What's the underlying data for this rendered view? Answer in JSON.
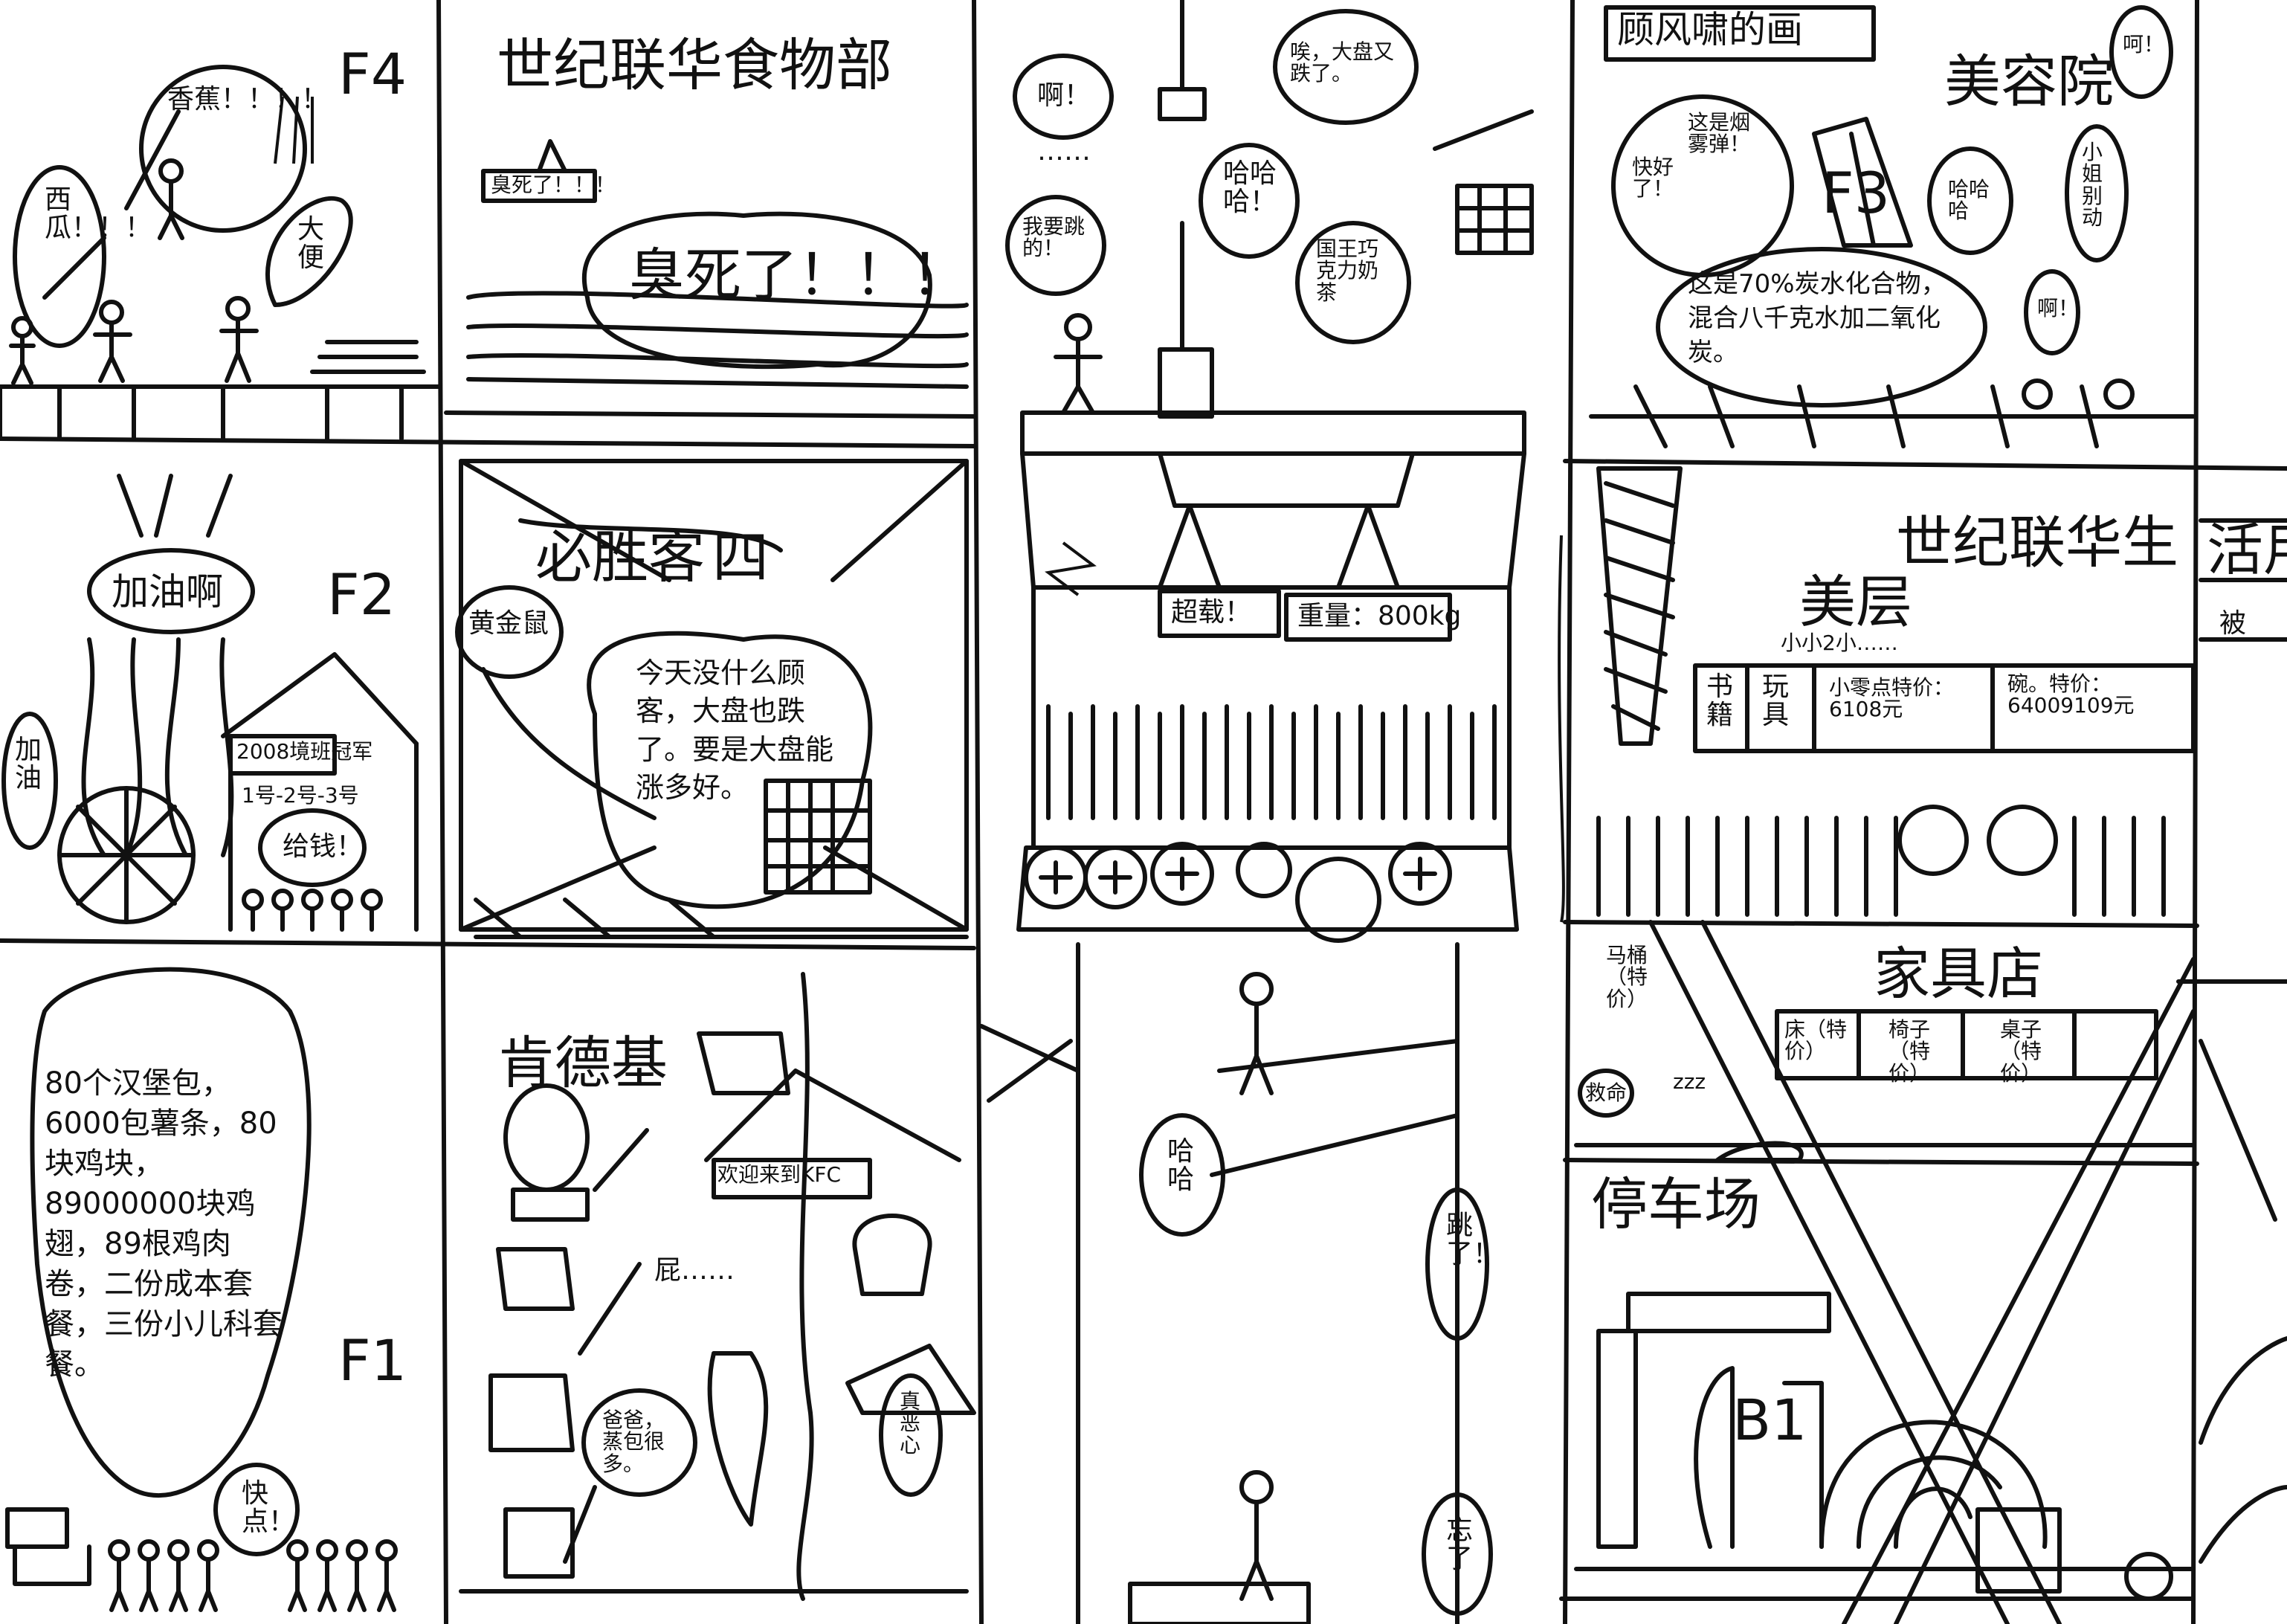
{
  "panels": {
    "f4": {
      "floor": "F4",
      "bubbles": [
        "香蕉！！！！",
        "西瓜！！！",
        "大便"
      ]
    },
    "food": {
      "title": "世纪联华食物部",
      "sign": "臭死了！！！",
      "cloud": "臭死了！！！"
    },
    "top_mid": {
      "b1": "啊！",
      "b2": "……",
      "b3": "我要跳的！",
      "b4": "唉，大盘又跌了。",
      "b5": "哈哈哈！",
      "b6": "国王巧克力奶茶"
    },
    "top_right": {
      "banner": "顾风啸的画",
      "b_haoxi": "这是烟雾弹！",
      "b_good": "快好了！",
      "floor": "F3",
      "beauty": "美容院",
      "b_hm": "哈哈哈",
      "b_xiaojie": "小姐别动",
      "b_ah": "啊！",
      "chem": "这是70%炭水化合物，混合八千克水加二氧化炭。",
      "corner": "呵！"
    },
    "f2": {
      "cheer": "加油啊",
      "floor": "F2",
      "side": "加油",
      "tent": "2008境班冠军",
      "tent2": "1号-2号-3号",
      "give": "给钱！"
    },
    "bisheng": {
      "title": "必胜客",
      "title_num": "四",
      "huang": "黄金鼠",
      "bubble": "今天没什么顾客，大盘也跌了。要是大盘能涨多好。"
    },
    "center": {
      "tag1": "超载！",
      "tag2": "重量：800kg",
      "bot1": "哈哈",
      "bot2": "跳了！",
      "bot3": "忘了"
    },
    "mall": {
      "title": "世纪联华生",
      "sub": "美层",
      "small": "小小2小……",
      "s1": "书籍",
      "s2": "玩具",
      "s3": "小零点特价：6108元",
      "s4": "碗。特价：64009109元",
      "side": "活用",
      "side2": "被"
    },
    "furniture": {
      "title": "家具店",
      "matong": "马桶（特价）",
      "chuang": "床（特价）",
      "yizi": "椅子（特价）",
      "zhuozi": "桌子（特价）",
      "jiuming": "救命",
      "zzz": "zzz"
    },
    "parking": {
      "title": "停车场",
      "level": "B1"
    },
    "f1": {
      "order": "80个汉堡包，6000包薯条，80块鸡块，89000000块鸡翅，89根鸡肉卷，二份成本套餐，三份小儿科套餐。",
      "fast": "快点！",
      "floor": "F1"
    },
    "kfc": {
      "title": "肯德基",
      "sign": "欢迎来到KFC",
      "pi": "屁……",
      "dad": "爸爸，蒸包很多。",
      "ugly": "真恶心"
    }
  }
}
